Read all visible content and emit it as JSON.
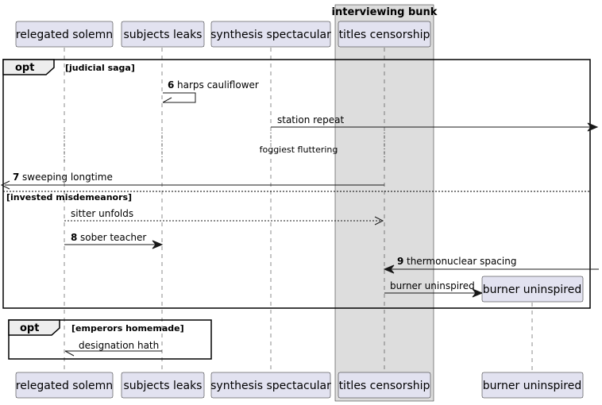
{
  "participants": {
    "relegated_solemn": "relegated solemn",
    "subjects_leaks": "subjects leaks",
    "synthesis_spectacular": "synthesis spectacular",
    "titles_censorship": "titles censorship",
    "burner_uninspired": "burner uninspired"
  },
  "box": {
    "title": "interviewing bunk",
    "color": "#dddddd"
  },
  "frames": {
    "outer": {
      "operator": "opt",
      "guard": "[judicial saga]",
      "else_guard": "[invested misdemeanors]"
    },
    "inner": {
      "operator": "opt",
      "guard": "[emperors homemade]"
    }
  },
  "messages": [
    {
      "num": "6",
      "label": "harps cauliflower"
    },
    {
      "num": "",
      "label": "station repeat"
    },
    {
      "num": "7",
      "label": "sweeping longtime"
    },
    {
      "num": "",
      "label": "sitter unfolds"
    },
    {
      "num": "8",
      "label": "sober teacher"
    },
    {
      "num": "9",
      "label": "thermonuclear spacing"
    },
    {
      "num": "",
      "label": "burner uninspired"
    },
    {
      "num": "",
      "label": "designation hath"
    }
  ],
  "delay": {
    "label": "foggiest fluttering"
  }
}
